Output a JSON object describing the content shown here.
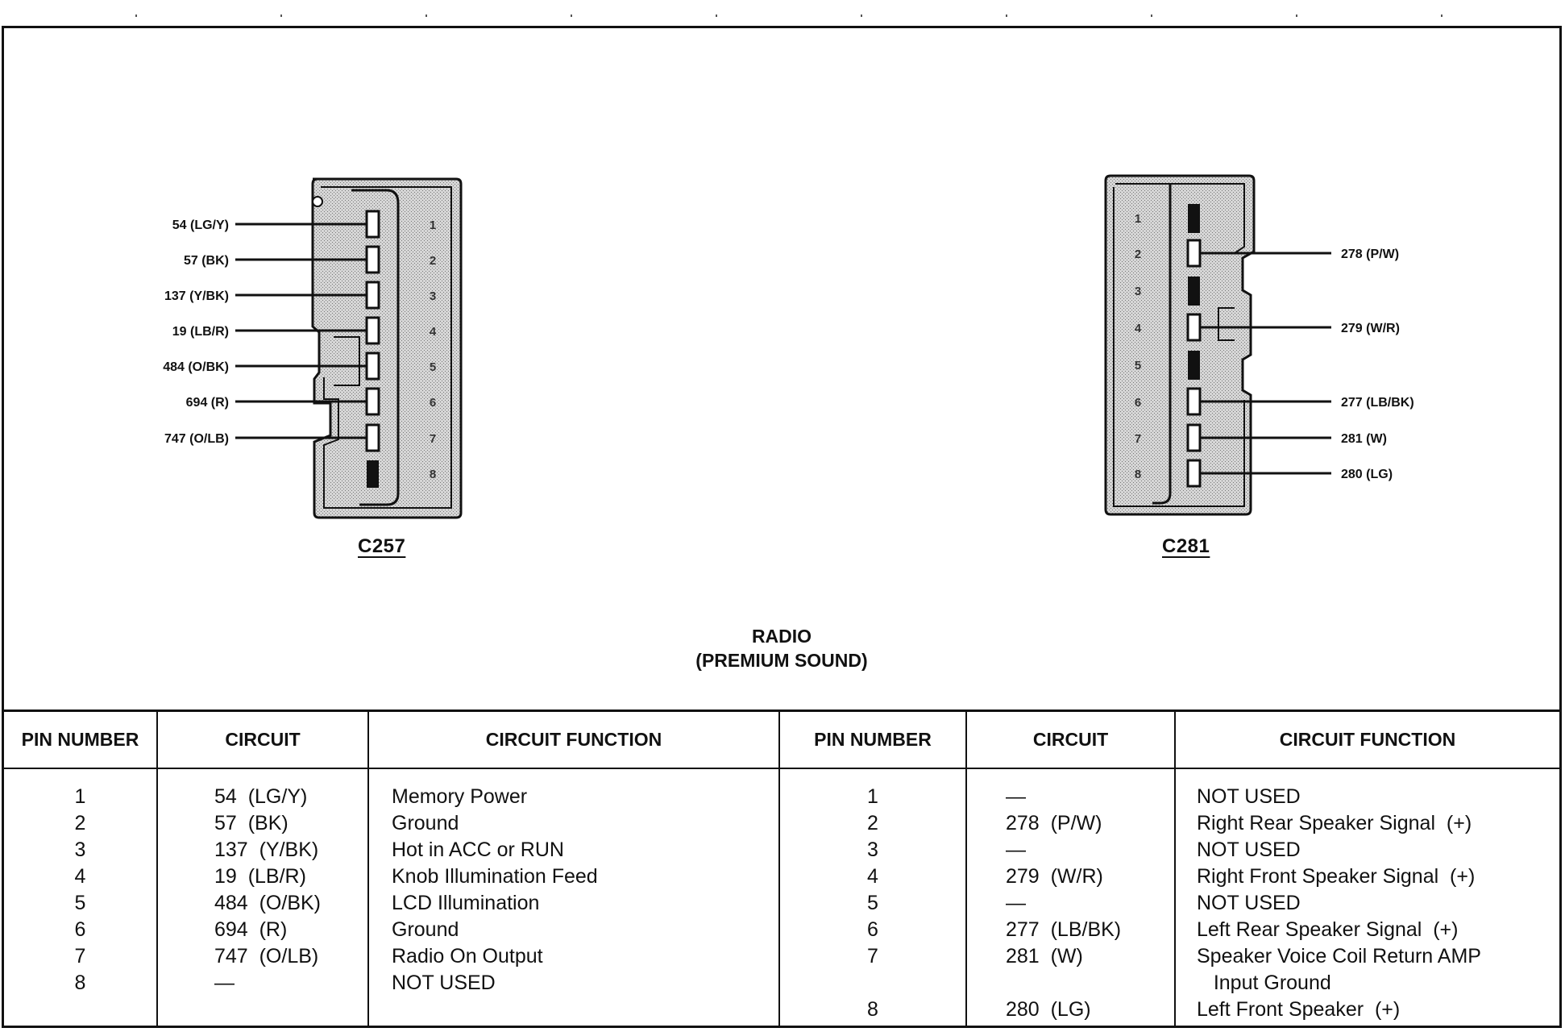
{
  "diagram": {
    "title_line1": "RADIO",
    "title_line2": "(PREMIUM SOUND)",
    "connectors": [
      {
        "name": "C257",
        "pins": [
          {
            "pin": "1",
            "label": "54 (LG/Y)",
            "state": "used"
          },
          {
            "pin": "2",
            "label": "57 (BK)",
            "state": "used"
          },
          {
            "pin": "3",
            "label": "137 (Y/BK)",
            "state": "used"
          },
          {
            "pin": "4",
            "label": "19 (LB/R)",
            "state": "used"
          },
          {
            "pin": "5",
            "label": "484 (O/BK)",
            "state": "used"
          },
          {
            "pin": "6",
            "label": "694 (R)",
            "state": "used"
          },
          {
            "pin": "7",
            "label": "747 (O/LB)",
            "state": "used"
          },
          {
            "pin": "8",
            "label": "",
            "state": "blocked"
          }
        ]
      },
      {
        "name": "C281",
        "pins": [
          {
            "pin": "1",
            "label": "",
            "state": "blocked"
          },
          {
            "pin": "2",
            "label": "278 (P/W)",
            "state": "used"
          },
          {
            "pin": "3",
            "label": "",
            "state": "blocked"
          },
          {
            "pin": "4",
            "label": "279 (W/R)",
            "state": "used"
          },
          {
            "pin": "5",
            "label": "",
            "state": "blocked"
          },
          {
            "pin": "6",
            "label": "277 (LB/BK)",
            "state": "used"
          },
          {
            "pin": "7",
            "label": "281 (W)",
            "state": "used"
          },
          {
            "pin": "8",
            "label": "280 (LG)",
            "state": "used"
          }
        ]
      }
    ]
  },
  "table": {
    "headers": [
      "PIN NUMBER",
      "CIRCUIT",
      "CIRCUIT FUNCTION",
      "PIN NUMBER",
      "CIRCUIT",
      "CIRCUIT FUNCTION"
    ],
    "left_rows": [
      {
        "pin": "1",
        "circuit": "54  (LG/Y)",
        "function": "Memory Power"
      },
      {
        "pin": "2",
        "circuit": "57  (BK)",
        "function": "Ground"
      },
      {
        "pin": "3",
        "circuit": "137  (Y/BK)",
        "function": "Hot in ACC or RUN"
      },
      {
        "pin": "4",
        "circuit": "19  (LB/R)",
        "function": "Knob Illumination Feed"
      },
      {
        "pin": "5",
        "circuit": "484  (O/BK)",
        "function": "LCD Illumination"
      },
      {
        "pin": "6",
        "circuit": "694  (R)",
        "function": "Ground"
      },
      {
        "pin": "7",
        "circuit": "747  (O/LB)",
        "function": "Radio On Output"
      },
      {
        "pin": "8",
        "circuit": "—",
        "function": "NOT USED"
      }
    ],
    "right_rows": [
      {
        "pin": "1",
        "circuit": "—",
        "function": "NOT USED"
      },
      {
        "pin": "2",
        "circuit": "278  (P/W)",
        "function": "Right Rear Speaker Signal  (+)"
      },
      {
        "pin": "3",
        "circuit": "—",
        "function": "NOT USED"
      },
      {
        "pin": "4",
        "circuit": "279  (W/R)",
        "function": "Right Front Speaker Signal  (+)"
      },
      {
        "pin": "5",
        "circuit": "—",
        "function": "NOT USED"
      },
      {
        "pin": "6",
        "circuit": "277  (LB/BK)",
        "function": "Left Rear Speaker Signal  (+)"
      },
      {
        "pin": "7",
        "circuit": "281  (W)",
        "function": "Speaker Voice Coil Return AMP"
      },
      {
        "pin": "",
        "circuit": "",
        "function": "   Input Ground"
      },
      {
        "pin": "8",
        "circuit": "280  (LG)",
        "function": "Left Front Speaker  (+)"
      }
    ]
  }
}
